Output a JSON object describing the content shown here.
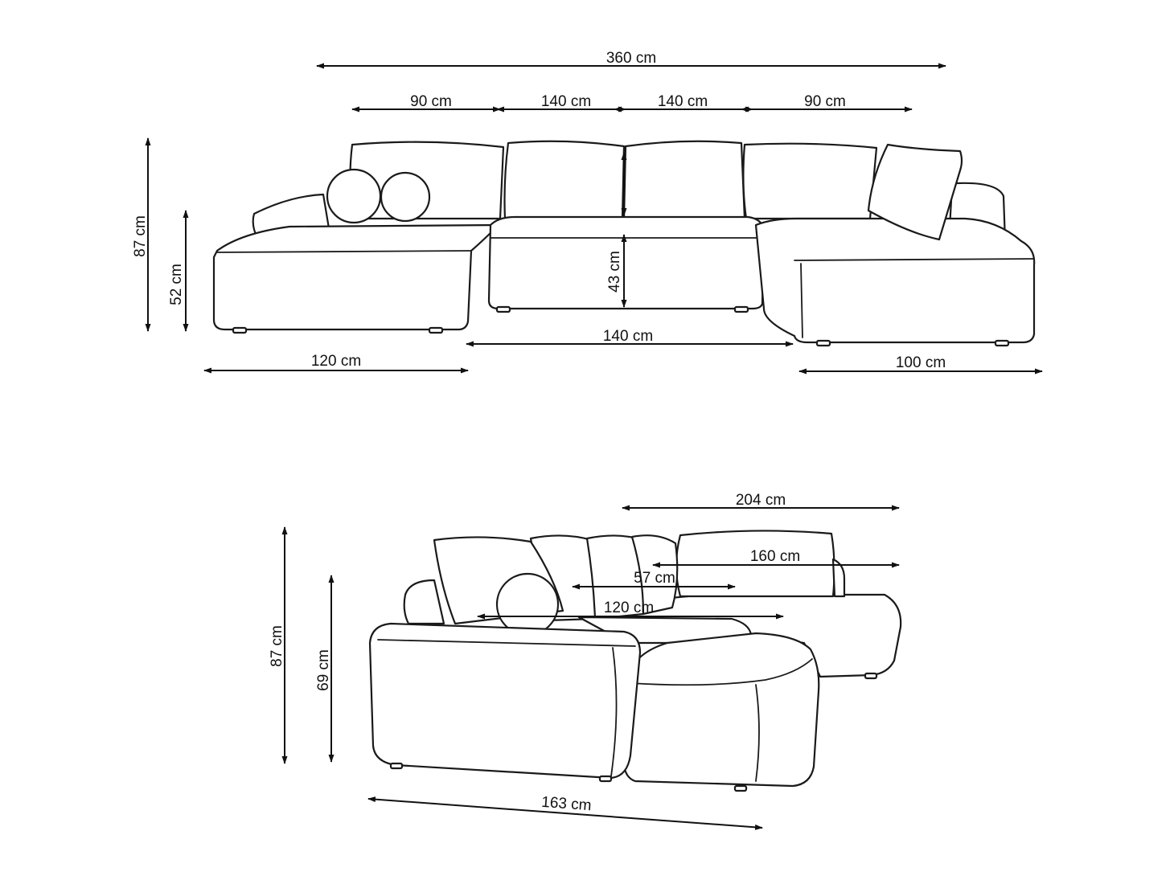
{
  "colors": {
    "line": "#1a1a1a",
    "background": "#ffffff"
  },
  "front_view": {
    "total_width": "360 cm",
    "cushion_widths": [
      "90 cm",
      "140 cm",
      "140 cm",
      "90 cm"
    ],
    "total_height": "87 cm",
    "arm_height": "52 cm",
    "seat_height": "43 cm",
    "left_chaise_depth": "120 cm",
    "middle_seat_width": "140 cm",
    "right_chaise_depth": "100 cm"
  },
  "perspective_view": {
    "back_width": "204 cm",
    "chaise_width": "160 cm",
    "seat_depth": "57 cm",
    "side_depth": "120 cm",
    "total_height": "87 cm",
    "back_height": "69 cm",
    "front_length": "163 cm"
  }
}
